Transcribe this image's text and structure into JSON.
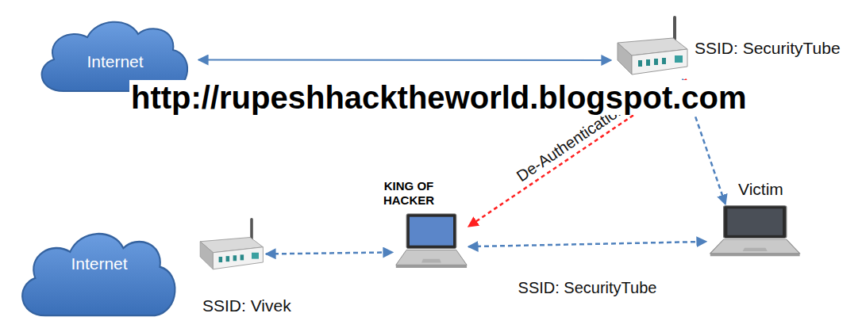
{
  "diagram": {
    "nodes": [
      {
        "text": [
          "Internet"
        ]
      },
      {
        "text": [
          "SSID: SecurityTube"
        ]
      },
      {
        "text": [
          "Internet"
        ]
      },
      {
        "text": [
          "SSID: Vivek"
        ]
      },
      {
        "text": [
          "KING OF HACKER"
        ]
      },
      {
        "text": [
          "Victim"
        ]
      }
    ],
    "edges": [
      {
        "from": 0,
        "to": 1,
        "arrow": "both"
      },
      {
        "from": 1,
        "to": 5,
        "arrow": "both"
      },
      {
        "from": 1,
        "to": 4,
        "label": "De-Authentication",
        "arrow": "to"
      },
      {
        "from": 3,
        "to": 4,
        "arrow": "both"
      },
      {
        "from": 4,
        "to": 5,
        "label": "SSID: SecurityTube",
        "arrow": "both"
      }
    ],
    "labels": [
      "http://rupeshhacktheworld.blogspot.com"
    ]
  }
}
